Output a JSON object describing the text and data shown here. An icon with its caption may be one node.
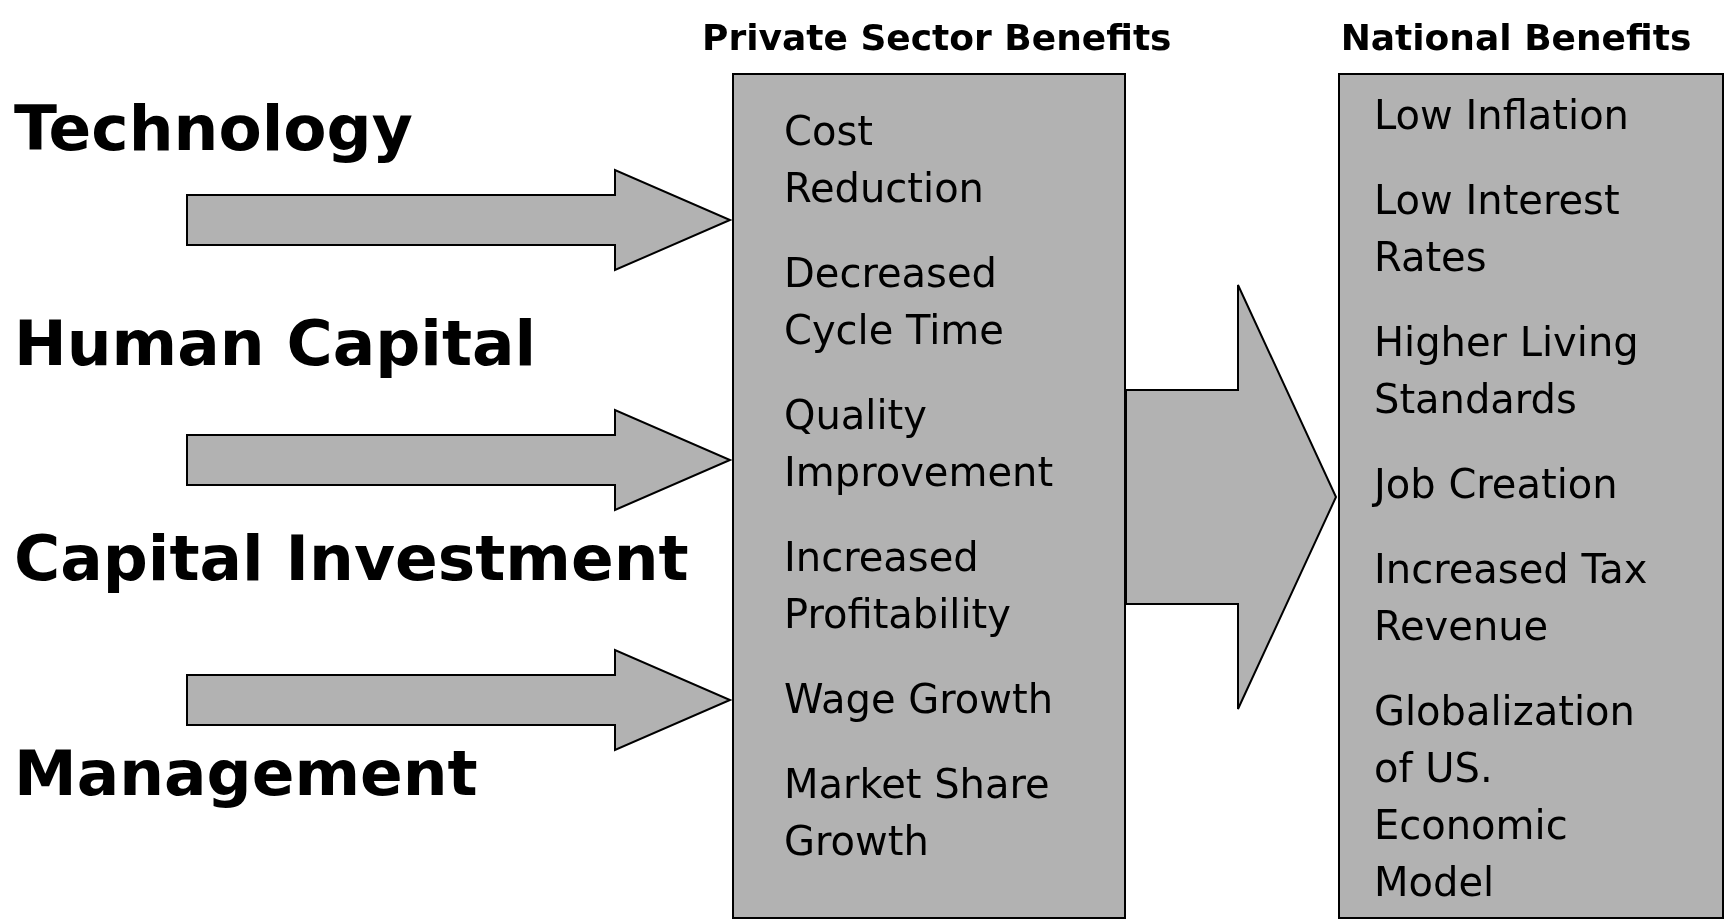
{
  "diagram": {
    "nodes": [
      {
        "text": [
          "Private Sector Benefits",
          "Cost Reduction",
          "Decreased Cycle Time",
          "Quality Improvement",
          "Increased Profitability",
          "Wage Growth",
          "Market Share Growth"
        ]
      },
      {
        "text": [
          "National Benefits",
          "Low Inflation",
          "Low Interest Rates",
          "Higher Living Standards",
          "Job Creation",
          "Increased Tax Revenue",
          "Globalization of US. Economic Model"
        ]
      }
    ],
    "edges": [
      {
        "from": null,
        "to": 0,
        "arrow": "to",
        "style": "thick"
      },
      {
        "from": null,
        "to": 0,
        "arrow": "to",
        "style": "thick"
      },
      {
        "from": null,
        "to": 0,
        "arrow": "to",
        "style": "thick"
      },
      {
        "from": 0,
        "to": 1,
        "arrow": "to",
        "style": "thick"
      }
    ],
    "labels": [
      "Technology",
      "Human Capital",
      "Capital Investment",
      "Management"
    ]
  }
}
